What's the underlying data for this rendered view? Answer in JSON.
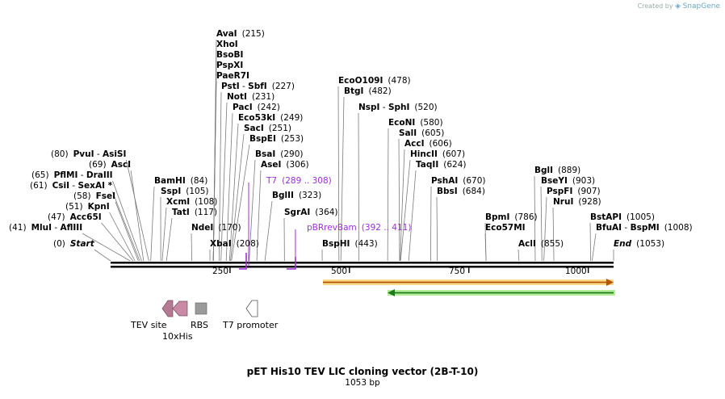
{
  "credit": {
    "prefix": "Created by",
    "brand": "SnapGene"
  },
  "title": "pET His10 TEV LIC cloning vector (2B-T-10)",
  "subtitle": "1053 bp",
  "sequence_length": 1053,
  "ticks": [
    "250",
    "500",
    "750",
    "1000"
  ],
  "colors": {
    "backbone": "#000000",
    "primer": "#9b30d9",
    "orange_feature": "#f5a623",
    "green_feature": "#2db82d",
    "his": "#c77a9a",
    "rbs": "#999999"
  },
  "enzymes": [
    {
      "parts": [
        {
          "t": "(0)",
          "s": "pos"
        },
        {
          "t": "Start",
          "s": "ital"
        }
      ],
      "pos": 0
    },
    {
      "parts": [
        {
          "t": "(41)",
          "s": "pos"
        },
        {
          "t": "MluI",
          "s": "enz"
        },
        {
          "t": " - ",
          "s": "sep"
        },
        {
          "t": "AflIII",
          "s": "enz"
        }
      ],
      "pos": 41
    },
    {
      "parts": [
        {
          "t": "(47)",
          "s": "pos"
        },
        {
          "t": "Acc65I",
          "s": "enz"
        }
      ],
      "pos": 47
    },
    {
      "parts": [
        {
          "t": "(51)",
          "s": "pos"
        },
        {
          "t": "KpnI",
          "s": "enz"
        }
      ],
      "pos": 51
    },
    {
      "parts": [
        {
          "t": "(58)",
          "s": "pos"
        },
        {
          "t": "FseI",
          "s": "enz"
        }
      ],
      "pos": 58
    },
    {
      "parts": [
        {
          "t": "(61)",
          "s": "pos"
        },
        {
          "t": "CsiI",
          "s": "enz"
        },
        {
          "t": " - ",
          "s": "sep"
        },
        {
          "t": "SexAI *",
          "s": "enz"
        }
      ],
      "pos": 61
    },
    {
      "parts": [
        {
          "t": "(65)",
          "s": "pos"
        },
        {
          "t": "PflMI",
          "s": "enz"
        },
        {
          "t": " - ",
          "s": "sep"
        },
        {
          "t": "DraIII",
          "s": "enz"
        }
      ],
      "pos": 65
    },
    {
      "parts": [
        {
          "t": "(69)",
          "s": "pos"
        },
        {
          "t": "AscI",
          "s": "enz"
        }
      ],
      "pos": 69
    },
    {
      "parts": [
        {
          "t": "(80)",
          "s": "pos"
        },
        {
          "t": "PvuI",
          "s": "enz"
        },
        {
          "t": " - ",
          "s": "sep"
        },
        {
          "t": "AsiSI",
          "s": "enz"
        }
      ],
      "pos": 80
    },
    {
      "parts": [
        {
          "t": "BamHI",
          "s": "enz"
        },
        {
          "t": "(84)",
          "s": "pos"
        }
      ],
      "pos": 84
    },
    {
      "parts": [
        {
          "t": "SspI",
          "s": "enz"
        },
        {
          "t": "(105)",
          "s": "pos"
        }
      ],
      "pos": 105
    },
    {
      "parts": [
        {
          "t": "XcmI",
          "s": "enz"
        },
        {
          "t": "(108)",
          "s": "pos"
        }
      ],
      "pos": 108
    },
    {
      "parts": [
        {
          "t": "TatI",
          "s": "enz"
        },
        {
          "t": "(117)",
          "s": "pos"
        }
      ],
      "pos": 117
    },
    {
      "parts": [
        {
          "t": "NdeI",
          "s": "enz"
        },
        {
          "t": "(170)",
          "s": "pos"
        }
      ],
      "pos": 170
    },
    {
      "parts": [
        {
          "t": "XbaI",
          "s": "enz"
        },
        {
          "t": "(208)",
          "s": "pos"
        }
      ],
      "pos": 208
    },
    {
      "parts": [
        {
          "t": "AvaI",
          "s": "enz"
        },
        {
          "t": "(215)",
          "s": "pos"
        }
      ],
      "pos": 215
    },
    {
      "parts": [
        {
          "t": "XhoI",
          "s": "enz"
        }
      ],
      "pos": 215
    },
    {
      "parts": [
        {
          "t": "BsoBI",
          "s": "enz"
        }
      ],
      "pos": 215
    },
    {
      "parts": [
        {
          "t": "PspXI",
          "s": "enz"
        }
      ],
      "pos": 215
    },
    {
      "parts": [
        {
          "t": "PaeR7I",
          "s": "enz"
        }
      ],
      "pos": 215
    },
    {
      "parts": [
        {
          "t": "PstI",
          "s": "enz"
        },
        {
          "t": " - ",
          "s": "sep"
        },
        {
          "t": "SbfI",
          "s": "enz"
        },
        {
          "t": "(227)",
          "s": "pos"
        }
      ],
      "pos": 227
    },
    {
      "parts": [
        {
          "t": "NotI",
          "s": "enz"
        },
        {
          "t": "(231)",
          "s": "pos"
        }
      ],
      "pos": 231
    },
    {
      "parts": [
        {
          "t": "PacI",
          "s": "enz"
        },
        {
          "t": "(242)",
          "s": "pos"
        }
      ],
      "pos": 242
    },
    {
      "parts": [
        {
          "t": "Eco53kI",
          "s": "enz"
        },
        {
          "t": "(249)",
          "s": "pos"
        }
      ],
      "pos": 249
    },
    {
      "parts": [
        {
          "t": "SacI",
          "s": "enz"
        },
        {
          "t": "(251)",
          "s": "pos"
        }
      ],
      "pos": 251
    },
    {
      "parts": [
        {
          "t": "BspEI",
          "s": "enz"
        },
        {
          "t": "(253)",
          "s": "pos"
        }
      ],
      "pos": 253
    },
    {
      "parts": [
        {
          "t": "BsaI",
          "s": "enz"
        },
        {
          "t": "(290)",
          "s": "pos"
        }
      ],
      "pos": 290
    },
    {
      "parts": [
        {
          "t": "AseI",
          "s": "enz"
        },
        {
          "t": "(306)",
          "s": "pos"
        }
      ],
      "pos": 306
    },
    {
      "parts": [
        {
          "t": "BglII",
          "s": "enz"
        },
        {
          "t": "(323)",
          "s": "pos"
        }
      ],
      "pos": 323
    },
    {
      "parts": [
        {
          "t": "SgrAI",
          "s": "enz"
        },
        {
          "t": "(364)",
          "s": "pos"
        }
      ],
      "pos": 364
    },
    {
      "parts": [
        {
          "t": "BspHI",
          "s": "enz"
        },
        {
          "t": "(443)",
          "s": "pos"
        }
      ],
      "pos": 443
    },
    {
      "parts": [
        {
          "t": "EcoO109I",
          "s": "enz"
        },
        {
          "t": "(478)",
          "s": "pos"
        }
      ],
      "pos": 478
    },
    {
      "parts": [
        {
          "t": "BtgI",
          "s": "enz"
        },
        {
          "t": "(482)",
          "s": "pos"
        }
      ],
      "pos": 482
    },
    {
      "parts": [
        {
          "t": "NspI",
          "s": "enz"
        },
        {
          "t": " - ",
          "s": "sep"
        },
        {
          "t": "SphI",
          "s": "enz"
        },
        {
          "t": "(520)",
          "s": "pos"
        }
      ],
      "pos": 520
    },
    {
      "parts": [
        {
          "t": "EcoNI",
          "s": "enz"
        },
        {
          "t": "(580)",
          "s": "pos"
        }
      ],
      "pos": 580
    },
    {
      "parts": [
        {
          "t": "SalI",
          "s": "enz"
        },
        {
          "t": "(605)",
          "s": "pos"
        }
      ],
      "pos": 605
    },
    {
      "parts": [
        {
          "t": "AccI",
          "s": "enz"
        },
        {
          "t": "(606)",
          "s": "pos"
        }
      ],
      "pos": 606
    },
    {
      "parts": [
        {
          "t": "HincII",
          "s": "enz"
        },
        {
          "t": "(607)",
          "s": "pos"
        }
      ],
      "pos": 607
    },
    {
      "parts": [
        {
          "t": "TaqII",
          "s": "enz"
        },
        {
          "t": "(624)",
          "s": "pos"
        }
      ],
      "pos": 624
    },
    {
      "parts": [
        {
          "t": "PshAI",
          "s": "enz"
        },
        {
          "t": "(670)",
          "s": "pos"
        }
      ],
      "pos": 670
    },
    {
      "parts": [
        {
          "t": "BbsI",
          "s": "enz"
        },
        {
          "t": "(684)",
          "s": "pos"
        }
      ],
      "pos": 684
    },
    {
      "parts": [
        {
          "t": "BpmI",
          "s": "enz"
        },
        {
          "t": "(786)",
          "s": "pos"
        }
      ],
      "pos": 786
    },
    {
      "parts": [
        {
          "t": "Eco57MI",
          "s": "enz"
        }
      ],
      "pos": 786
    },
    {
      "parts": [
        {
          "t": "AclI",
          "s": "enz"
        },
        {
          "t": "(855)",
          "s": "pos"
        }
      ],
      "pos": 855
    },
    {
      "parts": [
        {
          "t": "BglI",
          "s": "enz"
        },
        {
          "t": "(889)",
          "s": "pos"
        }
      ],
      "pos": 889
    },
    {
      "parts": [
        {
          "t": "BseYI",
          "s": "enz"
        },
        {
          "t": "(903)",
          "s": "pos"
        }
      ],
      "pos": 903
    },
    {
      "parts": [
        {
          "t": "PspFI",
          "s": "enz"
        },
        {
          "t": "(907)",
          "s": "pos"
        }
      ],
      "pos": 907
    },
    {
      "parts": [
        {
          "t": "NruI",
          "s": "enz"
        },
        {
          "t": "(928)",
          "s": "pos"
        }
      ],
      "pos": 928
    },
    {
      "parts": [
        {
          "t": "BstAPI",
          "s": "enz"
        },
        {
          "t": "(1005)",
          "s": "pos"
        }
      ],
      "pos": 1005
    },
    {
      "parts": [
        {
          "t": "BfuAI",
          "s": "enz"
        },
        {
          "t": " - ",
          "s": "sep"
        },
        {
          "t": "BspMI",
          "s": "enz"
        },
        {
          "t": "(1008)",
          "s": "pos"
        }
      ],
      "pos": 1008
    },
    {
      "parts": [
        {
          "t": "End",
          "s": "ital"
        },
        {
          "t": "(1053)",
          "s": "pos"
        }
      ],
      "pos": 1053
    }
  ],
  "primers": [
    {
      "name": "T7",
      "range": "(289 .. 308)",
      "start": 289,
      "end": 308
    },
    {
      "name": "pBRrevBam",
      "range": "(392 .. 411)",
      "start": 392,
      "end": 411
    }
  ],
  "legend": [
    {
      "label": "TEV site",
      "icon": "tev-site-arrow-icon"
    },
    {
      "label": "10xHis",
      "icon": "his-tag-arrow-icon"
    },
    {
      "label": "RBS",
      "icon": "rbs-box-icon"
    },
    {
      "label": "T7 promoter",
      "icon": "t7-promoter-arrow-icon"
    }
  ]
}
